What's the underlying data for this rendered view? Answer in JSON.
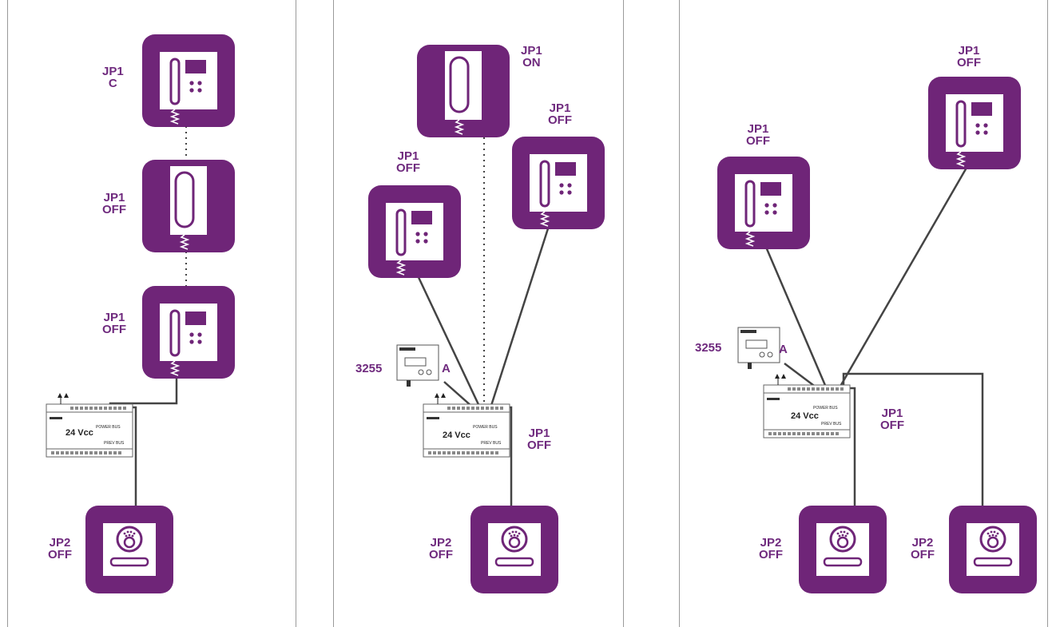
{
  "colors": {
    "device": "#6f2578",
    "label": "#6f2a7e",
    "wire": "#444444",
    "border": "#9a9a9a"
  },
  "icons": {
    "video_monitor": "video-monitor-icon",
    "audio_handset": "handset-icon",
    "entrance_panel": "camera-panel-icon",
    "power_supply": "power-supply-icon",
    "interface": "interface-module-icon"
  },
  "power_supply": {
    "voltage": "24 Vcc",
    "bus_top": "POWER BUS",
    "bus_bottom": "PREV BUS"
  },
  "panel1": {
    "monitor1": {
      "l1": "JP1",
      "l2": "C"
    },
    "handset": {
      "l1": "JP1",
      "l2": "OFF"
    },
    "monitor2": {
      "l1": "JP1",
      "l2": "OFF"
    },
    "entrance": {
      "l1": "JP2",
      "l2": "OFF"
    }
  },
  "panel2": {
    "handset": {
      "l1": "JP1",
      "l2": "ON"
    },
    "monitor_right": {
      "l1": "JP1",
      "l2": "OFF"
    },
    "monitor_left": {
      "l1": "JP1",
      "l2": "OFF"
    },
    "module": {
      "code": "3255",
      "tag": "A"
    },
    "entrance_jp1": {
      "l1": "JP1",
      "l2": "OFF"
    },
    "entrance": {
      "l1": "JP2",
      "l2": "OFF"
    }
  },
  "panel3": {
    "monitor_right": {
      "l1": "JP1",
      "l2": "OFF"
    },
    "monitor_left": {
      "l1": "JP1",
      "l2": "OFF"
    },
    "module": {
      "code": "3255",
      "tag": "A"
    },
    "entrance_jp1": {
      "l1": "JP1",
      "l2": "OFF"
    },
    "entrance_left": {
      "l1": "JP2",
      "l2": "OFF"
    },
    "entrance_right": {
      "l1": "JP2",
      "l2": "OFF"
    }
  }
}
